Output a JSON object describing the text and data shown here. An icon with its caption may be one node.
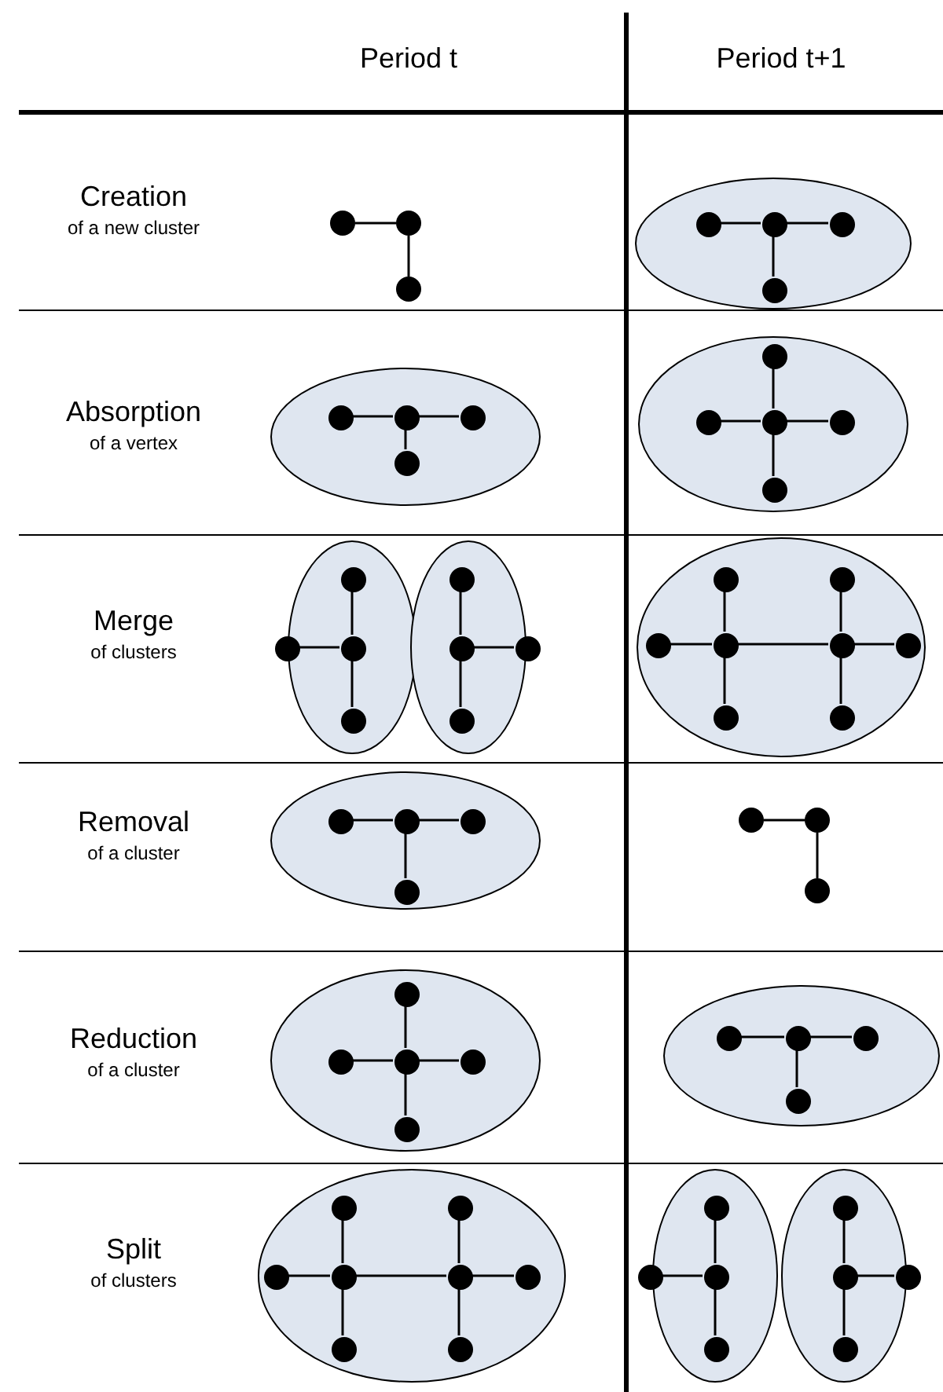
{
  "diagram": {
    "nodes": [
      {
        "text": [],
        "shape": "circle"
      },
      {
        "text": [],
        "shape": "circle"
      },
      {
        "text": [],
        "shape": "circle"
      },
      {
        "text": [],
        "shape": "ellipse"
      },
      {
        "text": [],
        "shape": "circle",
        "in": 3
      },
      {
        "text": [],
        "shape": "circle",
        "in": 3
      },
      {
        "text": [],
        "shape": "circle",
        "in": 3
      },
      {
        "text": [],
        "shape": "circle",
        "in": 3
      },
      {
        "text": [],
        "shape": "ellipse"
      },
      {
        "text": [],
        "shape": "circle",
        "in": 8
      },
      {
        "text": [],
        "shape": "circle",
        "in": 8
      },
      {
        "text": [],
        "shape": "circle",
        "in": 8
      },
      {
        "text": [],
        "shape": "circle",
        "in": 8
      },
      {
        "text": [],
        "shape": "ellipse"
      },
      {
        "text": [],
        "shape": "circle",
        "in": 13
      },
      {
        "text": [],
        "shape": "circle",
        "in": 13
      },
      {
        "text": [],
        "shape": "circle",
        "in": 13
      },
      {
        "text": [],
        "shape": "circle",
        "in": 13
      },
      {
        "text": [],
        "shape": "circle",
        "in": 13
      },
      {
        "text": [],
        "shape": "ellipse"
      },
      {
        "text": [],
        "shape": "circle",
        "in": 19
      },
      {
        "text": [],
        "shape": "circle",
        "in": 19
      },
      {
        "text": [],
        "shape": "circle",
        "in": 19
      },
      {
        "text": [],
        "shape": "circle",
        "in": 19
      },
      {
        "text": [],
        "shape": "ellipse"
      },
      {
        "text": [],
        "shape": "circle",
        "in": 24
      },
      {
        "text": [],
        "shape": "circle",
        "in": 24
      },
      {
        "text": [],
        "shape": "circle",
        "in": 24
      },
      {
        "text": [],
        "shape": "circle",
        "in": 24
      },
      {
        "text": [],
        "shape": "ellipse"
      },
      {
        "text": [],
        "shape": "circle",
        "in": 29
      },
      {
        "text": [],
        "shape": "circle",
        "in": 29
      },
      {
        "text": [],
        "shape": "circle",
        "in": 29
      },
      {
        "text": [],
        "shape": "circle",
        "in": 29
      },
      {
        "text": [],
        "shape": "circle",
        "in": 29
      },
      {
        "text": [],
        "shape": "circle",
        "in": 29
      },
      {
        "text": [],
        "shape": "circle",
        "in": 29
      },
      {
        "text": [],
        "shape": "circle",
        "in": 29
      },
      {
        "text": [],
        "shape": "ellipse"
      },
      {
        "text": [],
        "shape": "circle",
        "in": 38
      },
      {
        "text": [],
        "shape": "circle",
        "in": 38
      },
      {
        "text": [],
        "shape": "circle",
        "in": 38
      },
      {
        "text": [],
        "shape": "circle",
        "in": 38
      },
      {
        "text": [],
        "shape": "circle"
      },
      {
        "text": [],
        "shape": "circle"
      },
      {
        "text": [],
        "shape": "circle"
      },
      {
        "text": [],
        "shape": "ellipse"
      },
      {
        "text": [],
        "shape": "circle",
        "in": 46
      },
      {
        "text": [],
        "shape": "circle",
        "in": 46
      },
      {
        "text": [],
        "shape": "circle",
        "in": 46
      },
      {
        "text": [],
        "shape": "circle",
        "in": 46
      },
      {
        "text": [],
        "shape": "circle",
        "in": 46
      },
      {
        "text": [],
        "shape": "ellipse"
      },
      {
        "text": [],
        "shape": "circle",
        "in": 52
      },
      {
        "text": [],
        "shape": "circle",
        "in": 52
      },
      {
        "text": [],
        "shape": "circle",
        "in": 52
      },
      {
        "text": [],
        "shape": "circle",
        "in": 52
      },
      {
        "text": [],
        "shape": "ellipse"
      },
      {
        "text": [],
        "shape": "circle",
        "in": 57
      },
      {
        "text": [],
        "shape": "circle",
        "in": 57
      },
      {
        "text": [],
        "shape": "circle",
        "in": 57
      },
      {
        "text": [],
        "shape": "circle",
        "in": 57
      },
      {
        "text": [],
        "shape": "circle",
        "in": 57
      },
      {
        "text": [],
        "shape": "circle",
        "in": 57
      },
      {
        "text": [],
        "shape": "circle",
        "in": 57
      },
      {
        "text": [],
        "shape": "circle",
        "in": 57
      },
      {
        "text": [],
        "shape": "ellipse"
      },
      {
        "text": [],
        "shape": "circle",
        "in": 66
      },
      {
        "text": [],
        "shape": "circle",
        "in": 66
      },
      {
        "text": [],
        "shape": "circle",
        "in": 66
      },
      {
        "text": [],
        "shape": "circle",
        "in": 66
      },
      {
        "text": [],
        "shape": "ellipse"
      },
      {
        "text": [],
        "shape": "circle",
        "in": 71
      },
      {
        "text": [],
        "shape": "circle",
        "in": 71
      },
      {
        "text": [],
        "shape": "circle",
        "in": 71
      },
      {
        "text": [],
        "shape": "circle",
        "in": 71
      }
    ],
    "edges": [
      {
        "from": 0,
        "to": 1,
        "arrow": "none"
      },
      {
        "from": 1,
        "to": 2,
        "arrow": "none"
      },
      {
        "from": 4,
        "to": 5,
        "arrow": "none"
      },
      {
        "from": 5,
        "to": 6,
        "arrow": "none"
      },
      {
        "from": 5,
        "to": 7,
        "arrow": "none"
      },
      {
        "from": 9,
        "to": 10,
        "arrow": "none"
      },
      {
        "from": 10,
        "to": 11,
        "arrow": "none"
      },
      {
        "from": 10,
        "to": 12,
        "arrow": "none"
      },
      {
        "from": 14,
        "to": 16,
        "arrow": "none"
      },
      {
        "from": 15,
        "to": 16,
        "arrow": "none"
      },
      {
        "from": 16,
        "to": 17,
        "arrow": "none"
      },
      {
        "from": 16,
        "to": 18,
        "arrow": "none"
      },
      {
        "from": 20,
        "to": 22,
        "arrow": "none"
      },
      {
        "from": 21,
        "to": 22,
        "arrow": "none"
      },
      {
        "from": 22,
        "to": 23,
        "arrow": "none"
      },
      {
        "from": 25,
        "to": 26,
        "arrow": "none"
      },
      {
        "from": 26,
        "to": 27,
        "arrow": "none"
      },
      {
        "from": 26,
        "to": 28,
        "arrow": "none"
      },
      {
        "from": 30,
        "to": 32,
        "arrow": "none"
      },
      {
        "from": 31,
        "to": 32,
        "arrow": "none"
      },
      {
        "from": 32,
        "to": 33,
        "arrow": "none"
      },
      {
        "from": 32,
        "to": 35,
        "arrow": "none"
      },
      {
        "from": 34,
        "to": 35,
        "arrow": "none"
      },
      {
        "from": 35,
        "to": 36,
        "arrow": "none"
      },
      {
        "from": 35,
        "to": 37,
        "arrow": "none"
      },
      {
        "from": 39,
        "to": 40,
        "arrow": "none"
      },
      {
        "from": 40,
        "to": 41,
        "arrow": "none"
      },
      {
        "from": 40,
        "to": 42,
        "arrow": "none"
      },
      {
        "from": 43,
        "to": 44,
        "arrow": "none"
      },
      {
        "from": 44,
        "to": 45,
        "arrow": "none"
      },
      {
        "from": 47,
        "to": 49,
        "arrow": "none"
      },
      {
        "from": 48,
        "to": 49,
        "arrow": "none"
      },
      {
        "from": 49,
        "to": 50,
        "arrow": "none"
      },
      {
        "from": 49,
        "to": 51,
        "arrow": "none"
      },
      {
        "from": 53,
        "to": 54,
        "arrow": "none"
      },
      {
        "from": 54,
        "to": 55,
        "arrow": "none"
      },
      {
        "from": 54,
        "to": 56,
        "arrow": "none"
      },
      {
        "from": 58,
        "to": 60,
        "arrow": "none"
      },
      {
        "from": 59,
        "to": 60,
        "arrow": "none"
      },
      {
        "from": 60,
        "to": 61,
        "arrow": "none"
      },
      {
        "from": 60,
        "to": 63,
        "arrow": "none"
      },
      {
        "from": 62,
        "to": 63,
        "arrow": "none"
      },
      {
        "from": 63,
        "to": 64,
        "arrow": "none"
      },
      {
        "from": 63,
        "to": 65,
        "arrow": "none"
      },
      {
        "from": 67,
        "to": 69,
        "arrow": "none"
      },
      {
        "from": 68,
        "to": 69,
        "arrow": "none"
      },
      {
        "from": 69,
        "to": 70,
        "arrow": "none"
      },
      {
        "from": 72,
        "to": 73,
        "arrow": "none"
      },
      {
        "from": 73,
        "to": 74,
        "arrow": "none"
      },
      {
        "from": 73,
        "to": 75,
        "arrow": "none"
      }
    ],
    "labels": [
      "Period t",
      "Period t+1",
      "Creation",
      "of a new cluster",
      "Absorption",
      "of a vertex",
      "Merge",
      "of clusters",
      "Removal",
      "of a cluster",
      "Reduction",
      "of a cluster",
      "Split",
      "of clusters"
    ]
  }
}
